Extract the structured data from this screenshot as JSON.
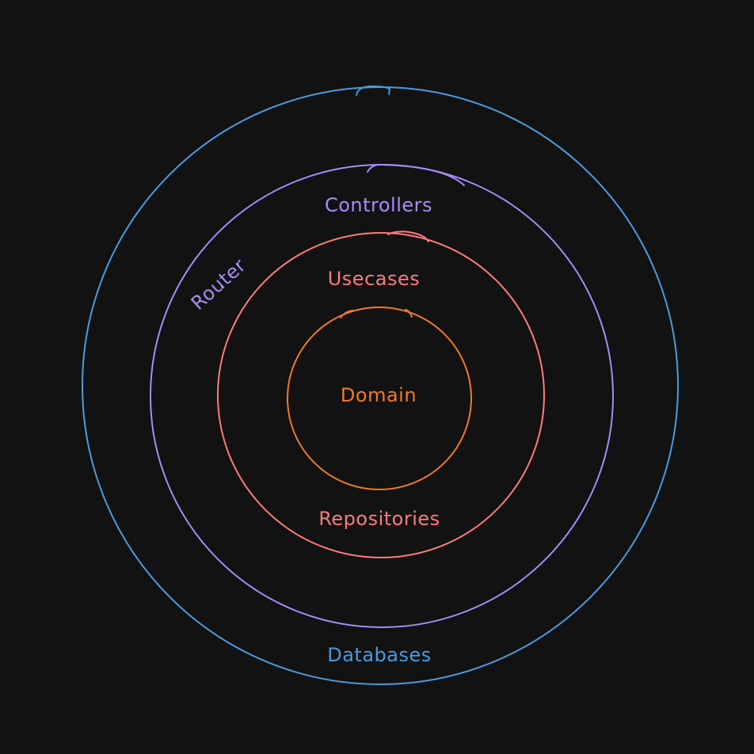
{
  "diagram": {
    "layers": [
      {
        "name": "databases",
        "color": "#4a9be0"
      },
      {
        "name": "controllers",
        "color": "#a78bfa"
      },
      {
        "name": "usecases",
        "color": "#ff7b7b"
      },
      {
        "name": "domain",
        "color": "#f07a2a"
      }
    ],
    "labels": {
      "databases": "Databases",
      "controllers": "Controllers",
      "router": "Router",
      "usecases": "Usecases",
      "repositories": "Repositories",
      "domain": "Domain"
    }
  }
}
